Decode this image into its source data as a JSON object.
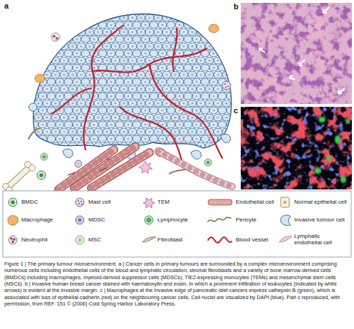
{
  "diagram": {
    "caption": "Figure 1 | The primary tumour microenvironment. a | Cancer cells in primary tumours are surrounded by a complex microenvironment comprising numerous cells including endothelial cells of the blood and lymphatic circulation, stromal fibroblasts and a variety of bone marrow-derived cells (BMDCs) including macrophages, myeloid-derived suppressor cells (MDSCs), TIE2-expressing monocytes (TEMs) and mesenchymal stem cells (MSCs). b | Invasive human breast cancer stained with haematoxylin and eosin, in which a prominent infiltration of leukocytes (indicated by white arrows) is evident at the invasive margin. c | Macrophages at the invasive edge of pancreatic islet cancers express cathepsin B (green), which is associated with loss of epithelial cadherin (red) on the neighbouring cancer cells. Cell nuclei are visualized by DAPI (blue). Part c reproduced, with permission, from REF. 151 © (2006) Cold Spring Harbor Laboratory Press.",
    "labels": [
      "a",
      "b",
      "c"
    ],
    "legend": [
      {
        "text": "BMDC"
      },
      {
        "text": "Mast cell"
      },
      {
        "text": "TEM"
      },
      {
        "text": "Endothelial cell"
      },
      {
        "text": "Normal epithelial cell"
      },
      {
        "text": "Macrophage"
      },
      {
        "text": "MDSC"
      },
      {
        "text": "Lymphocyte"
      },
      {
        "text": "Pericyte"
      },
      {
        "text": "Invasive tumour cell"
      },
      {
        "text": "Neutrophil"
      },
      {
        "text": "MSC"
      },
      {
        "text": "Fibroblast"
      },
      {
        "text": "Blood vessel"
      },
      {
        "text": "Lymphatic endothelial cell"
      }
    ]
  }
}
